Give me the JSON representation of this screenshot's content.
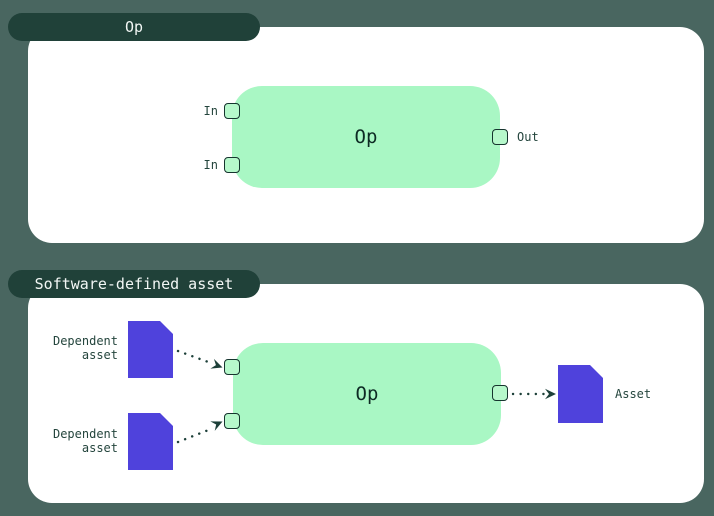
{
  "colors": {
    "background": "#496660",
    "tab_bg": "#204139",
    "tab_text": "#f2f7f5",
    "panel_bg": "#ffffff",
    "op_fill": "#a9f7c4",
    "op_text": "#0d2a24",
    "handle_fill": "#b6f8cb",
    "handle_border": "#16342e",
    "asset_fill": "#4f42dc",
    "label_text": "#24453d",
    "arrow": "#1d4039"
  },
  "sections": [
    {
      "id": "op",
      "tab_label": "Op",
      "node_label": "Op",
      "input_labels": [
        "In",
        "In"
      ],
      "output_label": "Out"
    },
    {
      "id": "software-defined-asset",
      "tab_label": "Software-defined asset",
      "node_label": "Op",
      "dependent_asset_labels": [
        "Dependent\nasset",
        "Dependent\nasset"
      ],
      "asset_label": "Asset"
    }
  ]
}
